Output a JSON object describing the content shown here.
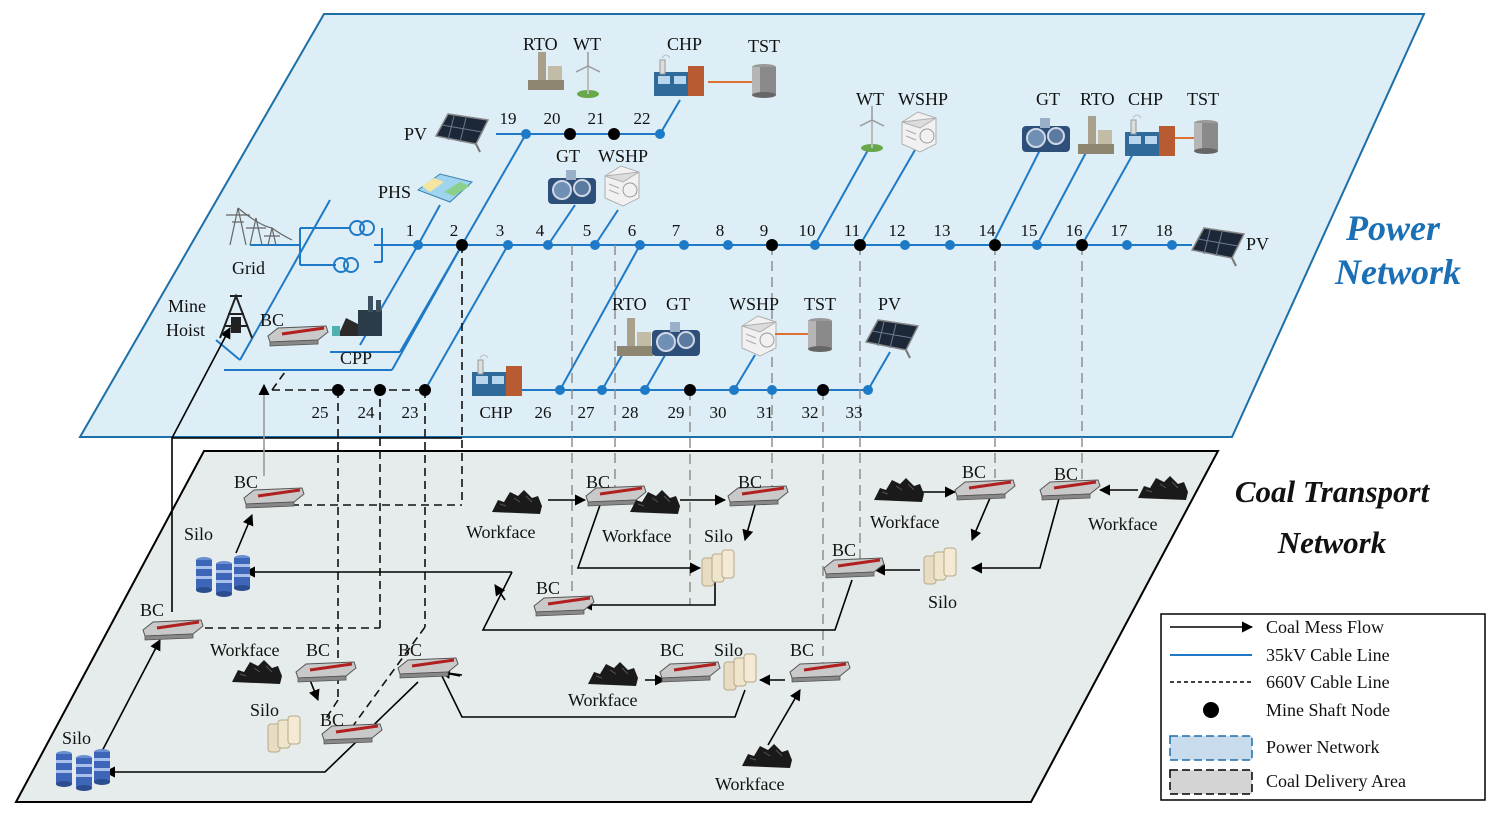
{
  "planes": {
    "power_title_line1": "Power",
    "power_title_line2": "Network",
    "coal_title_line1": "Coal Transport",
    "coal_title_line2": "Network"
  },
  "colors": {
    "power_fill": "#ddeef6",
    "power_border": "#1c6fa8",
    "coal_fill": "#e6ecec",
    "cable_35kv": "#1e7ac6",
    "node_blue": "#1e7ac6",
    "shaft_node": "#000000"
  },
  "main_bus_nodes": [
    "1",
    "2",
    "3",
    "4",
    "5",
    "6",
    "7",
    "8",
    "9",
    "10",
    "11",
    "12",
    "13",
    "14",
    "15",
    "16",
    "17",
    "18"
  ],
  "upper_branch_nodes": [
    "19",
    "20",
    "21",
    "22"
  ],
  "lower_branch_nodes": [
    "25",
    "24",
    "23",
    "CHP",
    "26",
    "27",
    "28",
    "29",
    "30",
    "31",
    "32",
    "33"
  ],
  "power_devices": {
    "rto1": "RTO",
    "wt1": "WT",
    "chp1": "CHP",
    "tst1": "TST",
    "pv1": "PV",
    "gt1": "GT",
    "wshp1": "WSHP",
    "phs": "PHS",
    "wt2": "WT",
    "wshp2": "WSHP",
    "gt2": "GT",
    "rto2": "RTO",
    "chp2": "CHP",
    "tst2": "TST",
    "pv_right": "PV",
    "grid": "Grid",
    "mine_hoist_1": "Mine",
    "mine_hoist_2": "Hoist",
    "bc_power": "BC",
    "cpp": "CPP",
    "rto3": "RTO",
    "gt3": "GT",
    "wshp3": "WSHP",
    "tst3": "TST",
    "pv3": "PV"
  },
  "coal_labels": {
    "bc_a": "BC",
    "silo_a": "Silo",
    "bc_b": "BC",
    "silo_b": "Silo",
    "workface_a": "Workface",
    "bc_c": "BC",
    "silo_c": "Silo",
    "bc_d": "BC",
    "bc_e": "BC",
    "workface_b": "Workface",
    "bc_f": "BC",
    "workface_c": "Workface",
    "bc_g": "BC",
    "silo_d": "Silo",
    "bc_h": "BC",
    "workface_d": "Workface",
    "bc_i": "BC",
    "silo_e": "Silo",
    "bc_j": "BC",
    "workface_e": "Workface",
    "bc_k": "BC",
    "silo_f": "Silo",
    "bc_l": "BC",
    "workface_f": "Workface",
    "workface_g": "Workface"
  },
  "legend": {
    "items": [
      {
        "label": "Coal Mess Flow"
      },
      {
        "label": "35kV Cable Line"
      },
      {
        "label": "660V Cable Line"
      },
      {
        "label": "Mine Shaft Node"
      },
      {
        "label": "Power Network"
      },
      {
        "label": "Coal Delivery Area"
      }
    ]
  }
}
